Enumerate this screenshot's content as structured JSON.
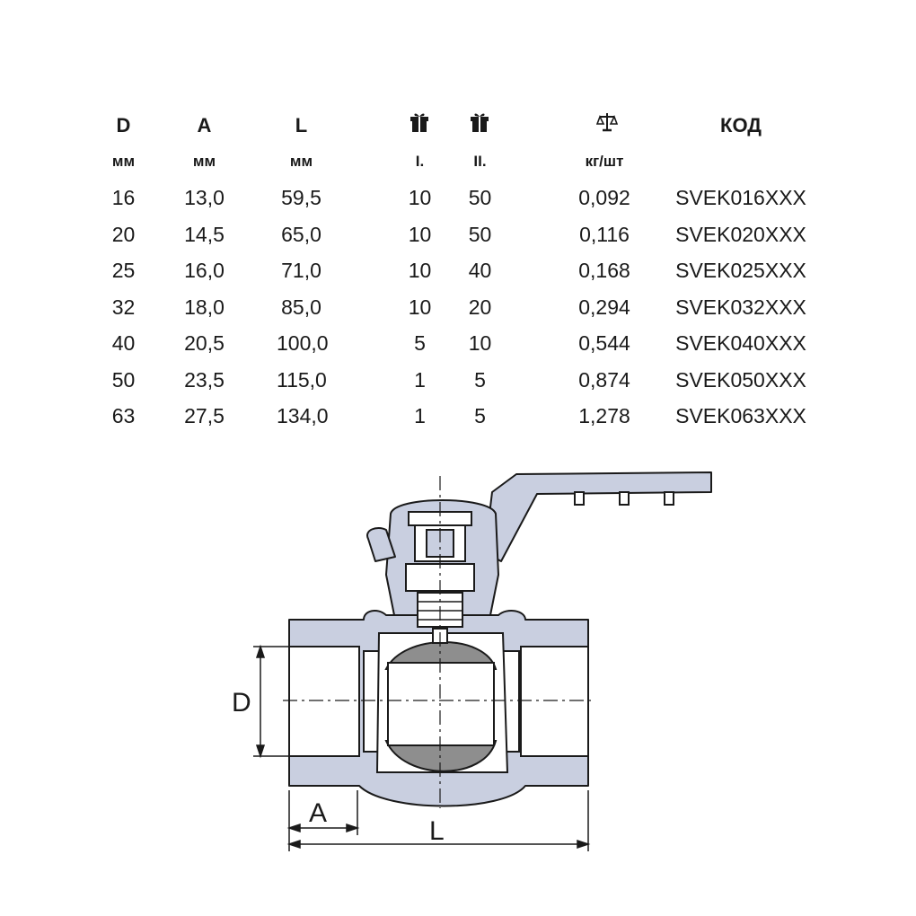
{
  "table": {
    "headers": [
      "D",
      "A",
      "L",
      "",
      "",
      "",
      "КОД"
    ],
    "units": [
      "мм",
      "мм",
      "мм",
      "I.",
      "II.",
      "кг/шт",
      ""
    ],
    "header_icons": [
      "",
      "",
      "",
      "package-icon",
      "package-icon",
      "scale-icon",
      ""
    ],
    "rows": [
      [
        "16",
        "13,0",
        "59,5",
        "10",
        "50",
        "0,092",
        "SVEK016XXX"
      ],
      [
        "20",
        "14,5",
        "65,0",
        "10",
        "50",
        "0,116",
        "SVEK020XXX"
      ],
      [
        "25",
        "16,0",
        "71,0",
        "10",
        "40",
        "0,168",
        "SVEK025XXX"
      ],
      [
        "32",
        "18,0",
        "85,0",
        "10",
        "20",
        "0,294",
        "SVEK032XXX"
      ],
      [
        "40",
        "20,5",
        "100,0",
        "5",
        "10",
        "0,544",
        "SVEK040XXX"
      ],
      [
        "50",
        "23,5",
        "115,0",
        "1",
        "5",
        "0,874",
        "SVEK050XXX"
      ],
      [
        "63",
        "27,5",
        "134,0",
        "1",
        "5",
        "1,278",
        "SVEK063XXX"
      ]
    ]
  },
  "diagram": {
    "label_d": "D",
    "label_a": "A",
    "label_l": "L"
  },
  "colors": {
    "body_fill": "#c9cfe0",
    "ball_fill": "#8e8e8e",
    "line": "#1a1a1a"
  }
}
